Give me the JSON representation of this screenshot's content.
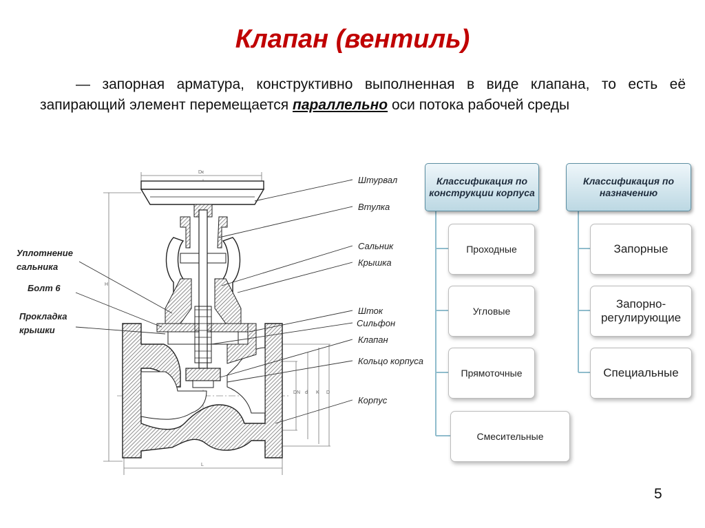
{
  "slide": {
    "title": "Клапан (вентиль)",
    "definition_part1": "— запорная арматура, конструктивно выполненная в виде клапана, то есть её запирающий элемент перемещается ",
    "definition_emph": "параллельно",
    "definition_part2": " оси потока рабочей среды",
    "page_number": "5"
  },
  "diagram": {
    "labels_right": [
      "Штурвал",
      "Втулка",
      "Сальник",
      "Крышка",
      "Шток",
      "Сильфон",
      "Клапан",
      "Кольцо корпуса",
      "Корпус"
    ],
    "label_seal_line1": "Уплотнение",
    "label_seal_line2": "сальника",
    "label_bolt": "Болт 6",
    "label_gasket_line1": "Прокладка",
    "label_gasket_line2": "крышки",
    "dims": {
      "dk": "Dк",
      "h": "H",
      "l": "L",
      "dn": "DN",
      "d": "d",
      "k": "K",
      "D": "D"
    }
  },
  "classification_design": {
    "heading": "Классификация по конструкции корпуса",
    "items": [
      "Проходные",
      "Угловые",
      "Прямоточные",
      "Смесительные"
    ]
  },
  "classification_purpose": {
    "heading": "Классификация по назначению",
    "items": [
      "Запорные",
      "Запорно-регулирующие",
      "Специальные"
    ]
  },
  "colors": {
    "title": "#c00000",
    "heading_border": "#5c8fa3",
    "tree_line": "#8fbccc"
  }
}
